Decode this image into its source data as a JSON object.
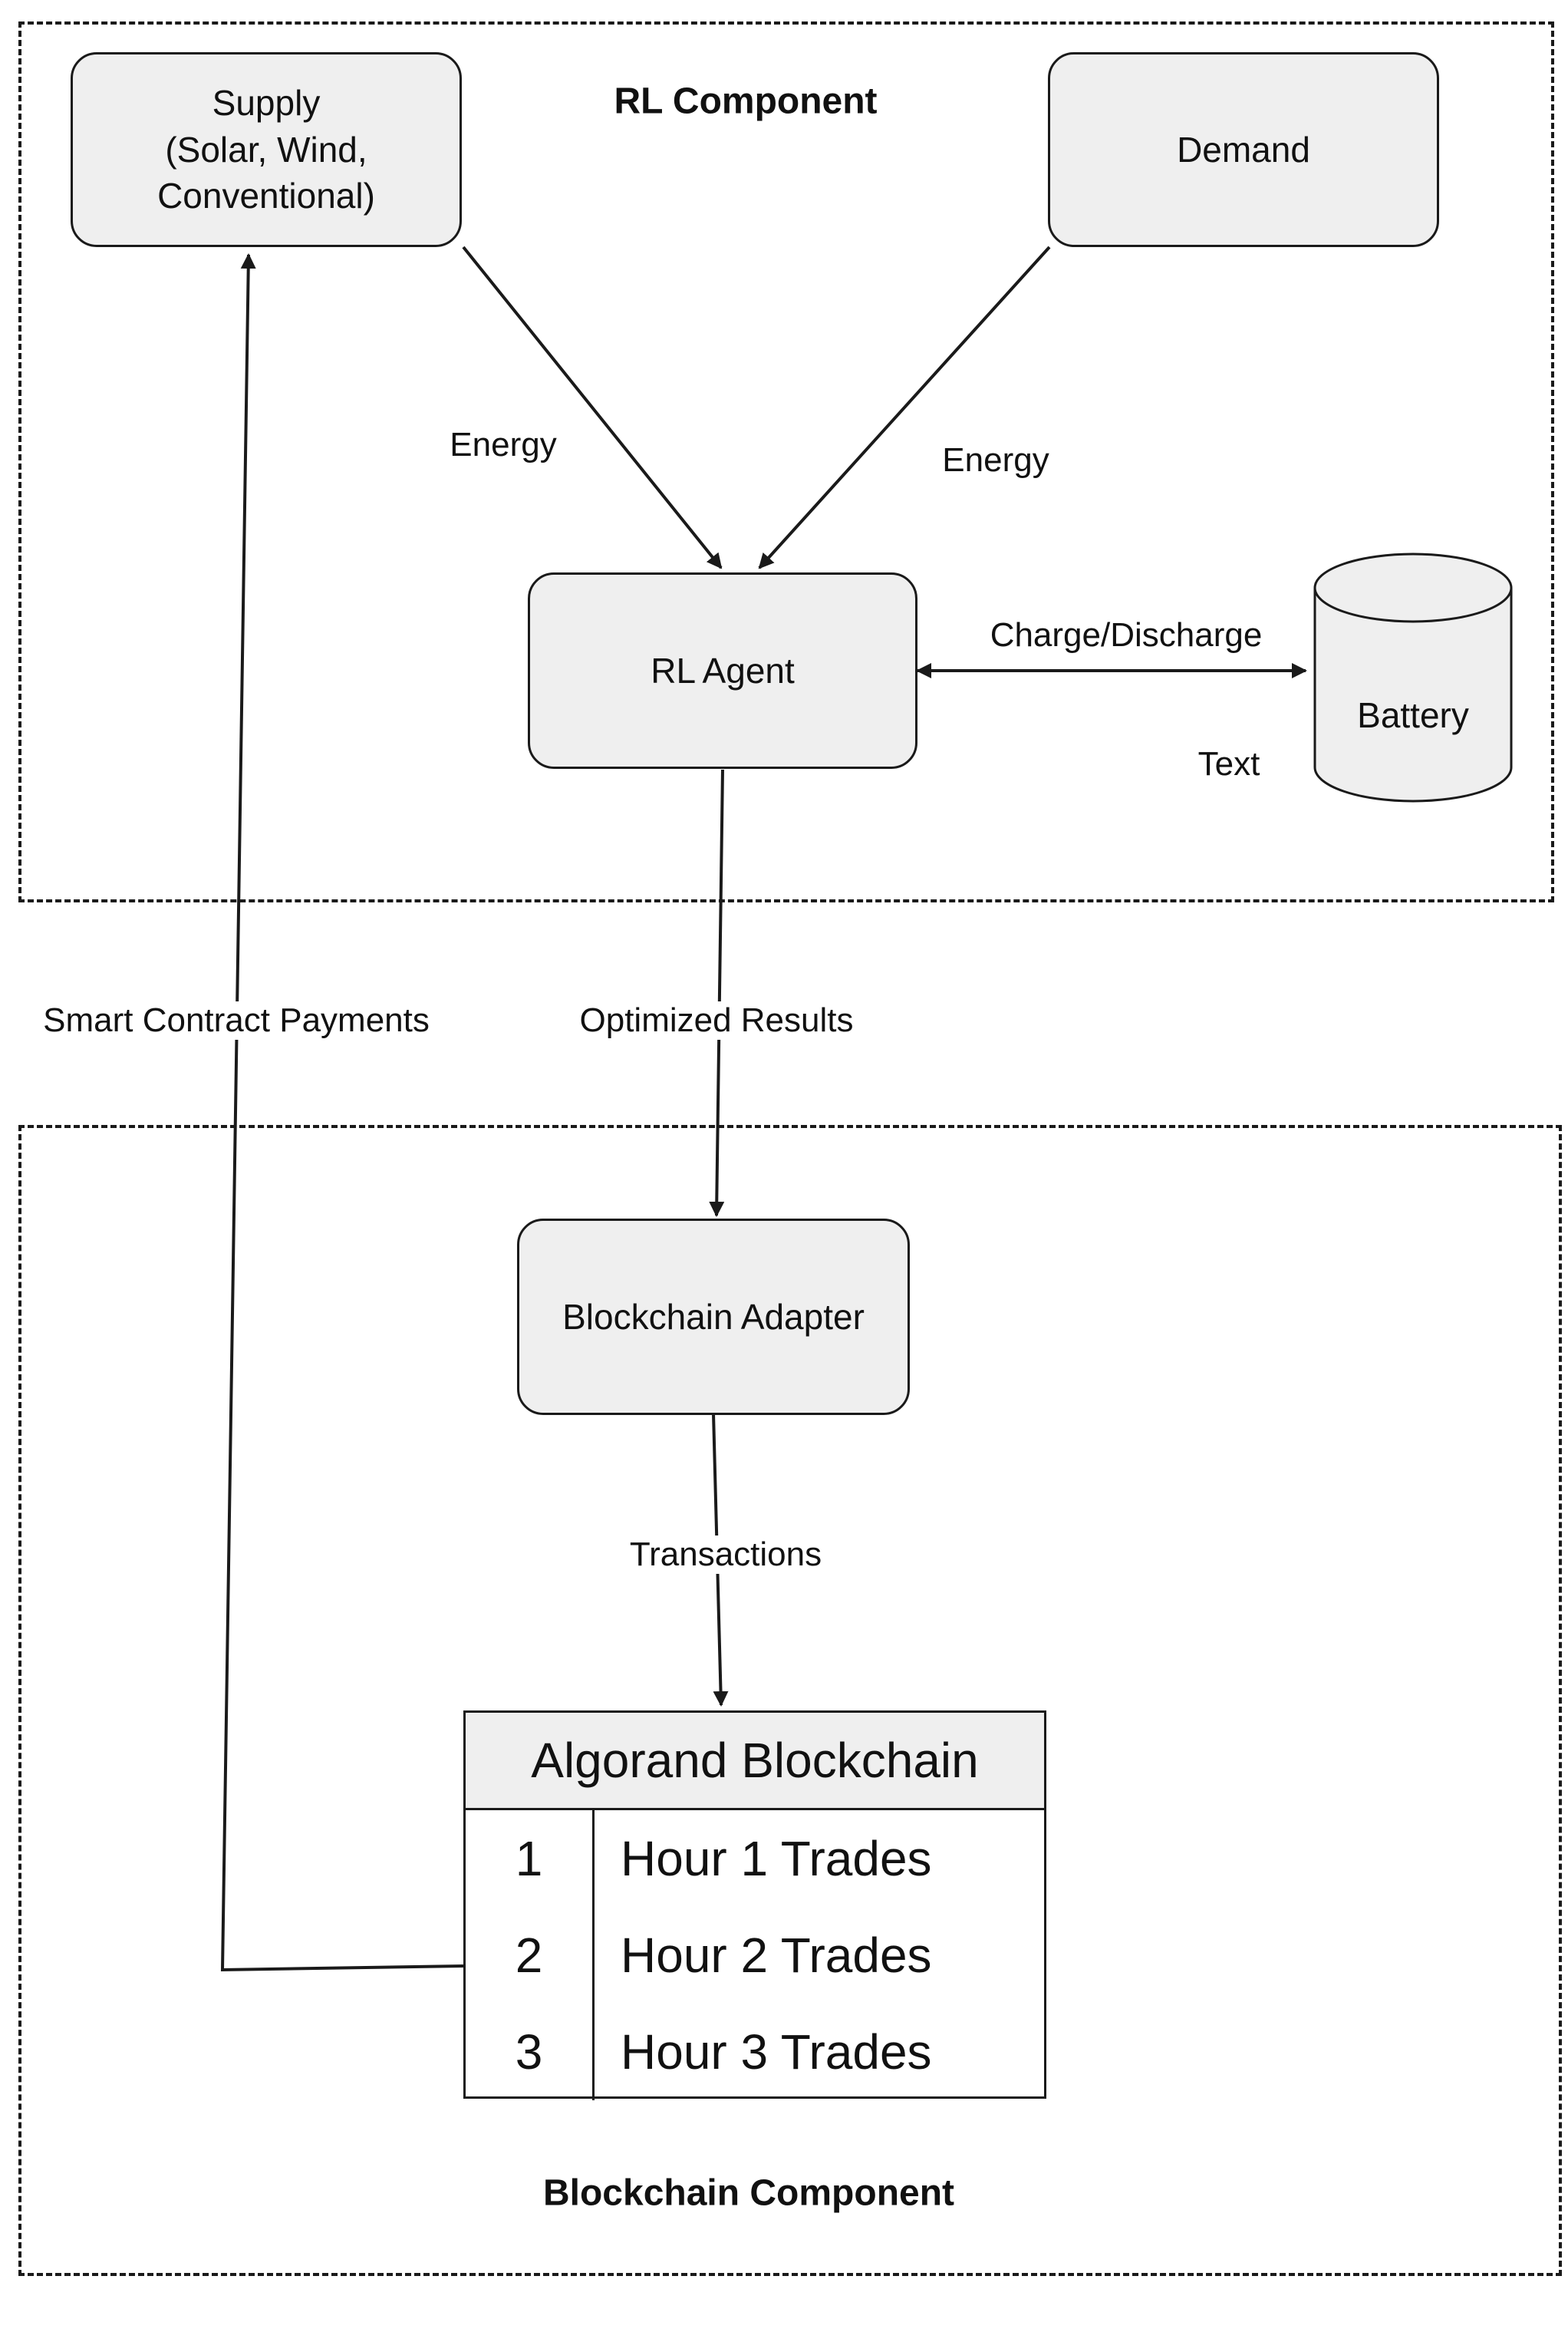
{
  "groups": {
    "rl": {
      "title": "RL Component"
    },
    "blockchain": {
      "title": "Blockchain Component"
    }
  },
  "nodes": {
    "supply": "Supply\n(Solar, Wind,\nConventional)",
    "demand": "Demand",
    "rl_agent": "RL Agent",
    "battery": "Battery",
    "adapter": "Blockchain Adapter"
  },
  "edges": {
    "supply_energy": "Energy",
    "demand_energy": "Energy",
    "charge_discharge": "Charge/Discharge",
    "stray_text": "Text",
    "optimized_results": "Optimized Results",
    "transactions": "Transactions",
    "smart_contract_payments": "Smart Contract Payments"
  },
  "table": {
    "header": "Algorand Blockchain",
    "rows": [
      {
        "num": "1",
        "label": "Hour 1 Trades"
      },
      {
        "num": "2",
        "label": "Hour 2 Trades"
      },
      {
        "num": "3",
        "label": "Hour 3 Trades"
      }
    ]
  }
}
